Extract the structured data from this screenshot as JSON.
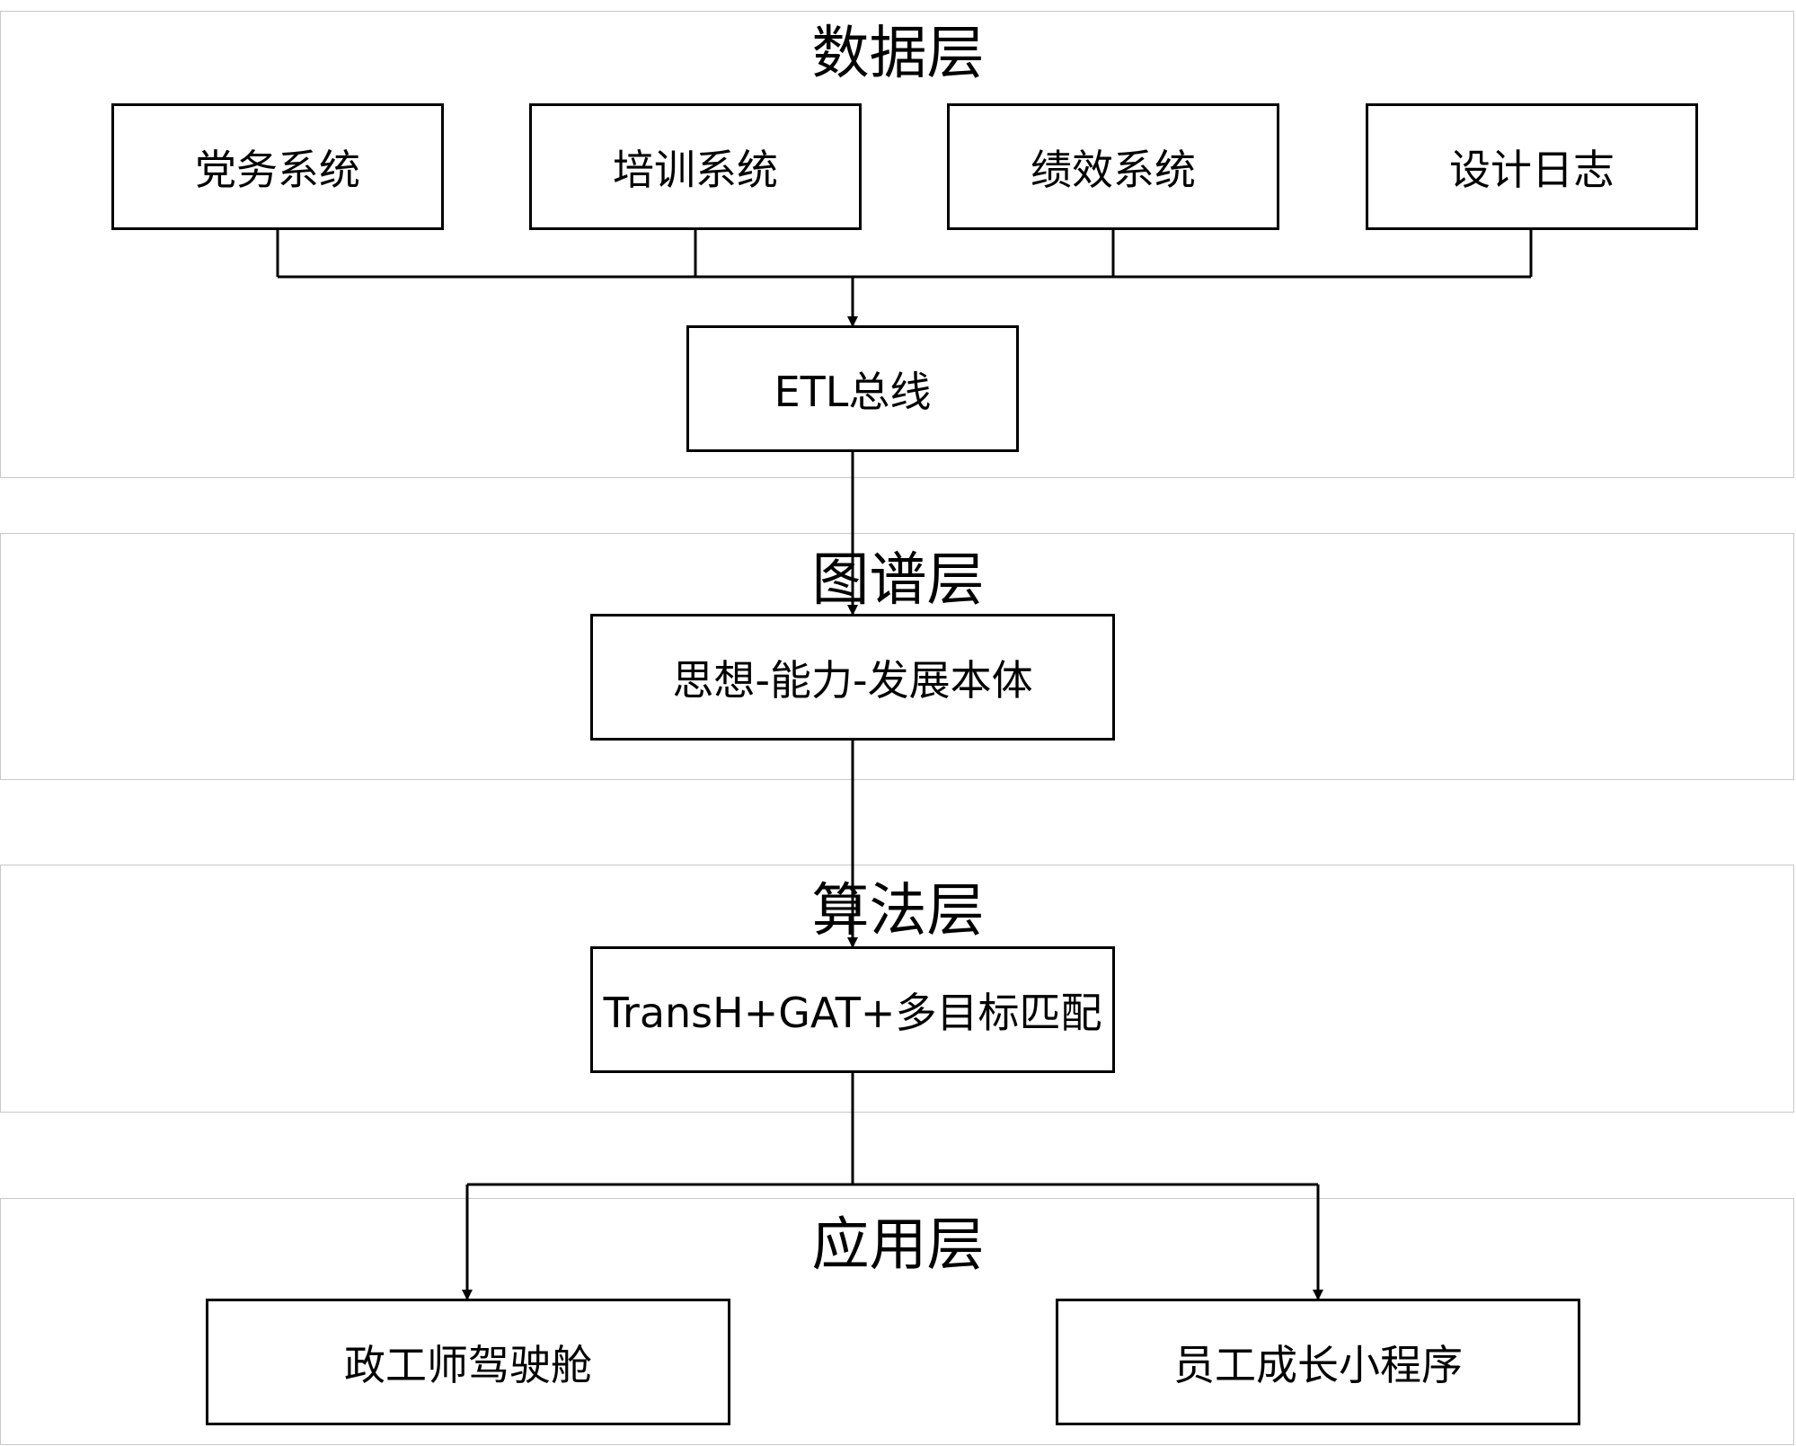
{
  "layers": [
    {
      "title": "数据层"
    },
    {
      "title": "图谱层"
    },
    {
      "title": "算法层"
    },
    {
      "title": "应用层"
    }
  ],
  "data_layer": {
    "sources": [
      "党务系统",
      "培训系统",
      "绩效系统",
      "设计日志"
    ],
    "etl": "ETL总线"
  },
  "graph_layer": {
    "ontology": "思想-能力-发展本体"
  },
  "algorithm_layer": {
    "model": "TransH+GAT+多目标匹配"
  },
  "app_layer": {
    "apps": [
      "政工师驾驶舱",
      "员工成长小程序"
    ]
  },
  "colors": {
    "line": "#000000",
    "layer_border": "#c8c8c8"
  }
}
